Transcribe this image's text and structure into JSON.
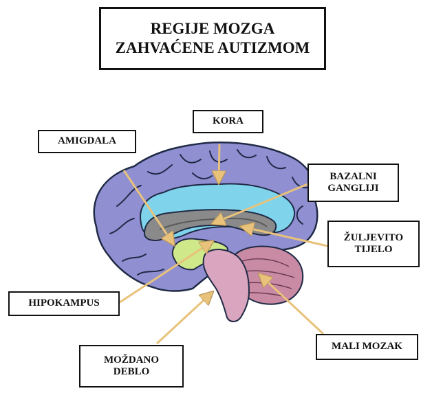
{
  "title": {
    "line1": "REGIJE MOZGA",
    "line2": "ZAHVAĆENE AUTIZMOM"
  },
  "labels": {
    "kora": "KORA",
    "amigdala": "AMIGDALA",
    "bazalni_line1": "BAZALNI",
    "bazalni_line2": "GANGLIJI",
    "zuljevito_line1": "ŽULJEVITO",
    "zuljevito_line2": "TIJELO",
    "hipokampus": "HIPOKAMPUS",
    "mali_mozak": "MALI MOZAK",
    "mozdano_line1": "MOŽDANO",
    "mozdano_line2": "DEBLO"
  },
  "colors": {
    "cortex": "#8f8fd2",
    "basal_ganglia": "#7fd4ec",
    "corpus_callosum": "#8a8a8a",
    "hippocampus": "#cfe88a",
    "brainstem": "#d9a5bf",
    "cerebellum": "#c98aa4",
    "arrow": "#e8c27a",
    "outline": "#1f2a44"
  }
}
